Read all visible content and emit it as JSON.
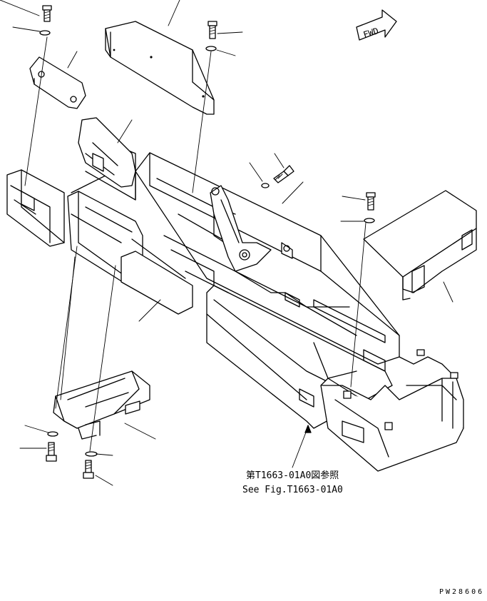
{
  "drawing": {
    "ref_line_jp": "第T1663-01A0図参照",
    "ref_line_en": "See Fig.T1663-01A0",
    "fwd_label": "FWD",
    "drawing_code": "PW28606"
  },
  "icons": {
    "fwd_arrow": "fwd-arrow-icon"
  }
}
